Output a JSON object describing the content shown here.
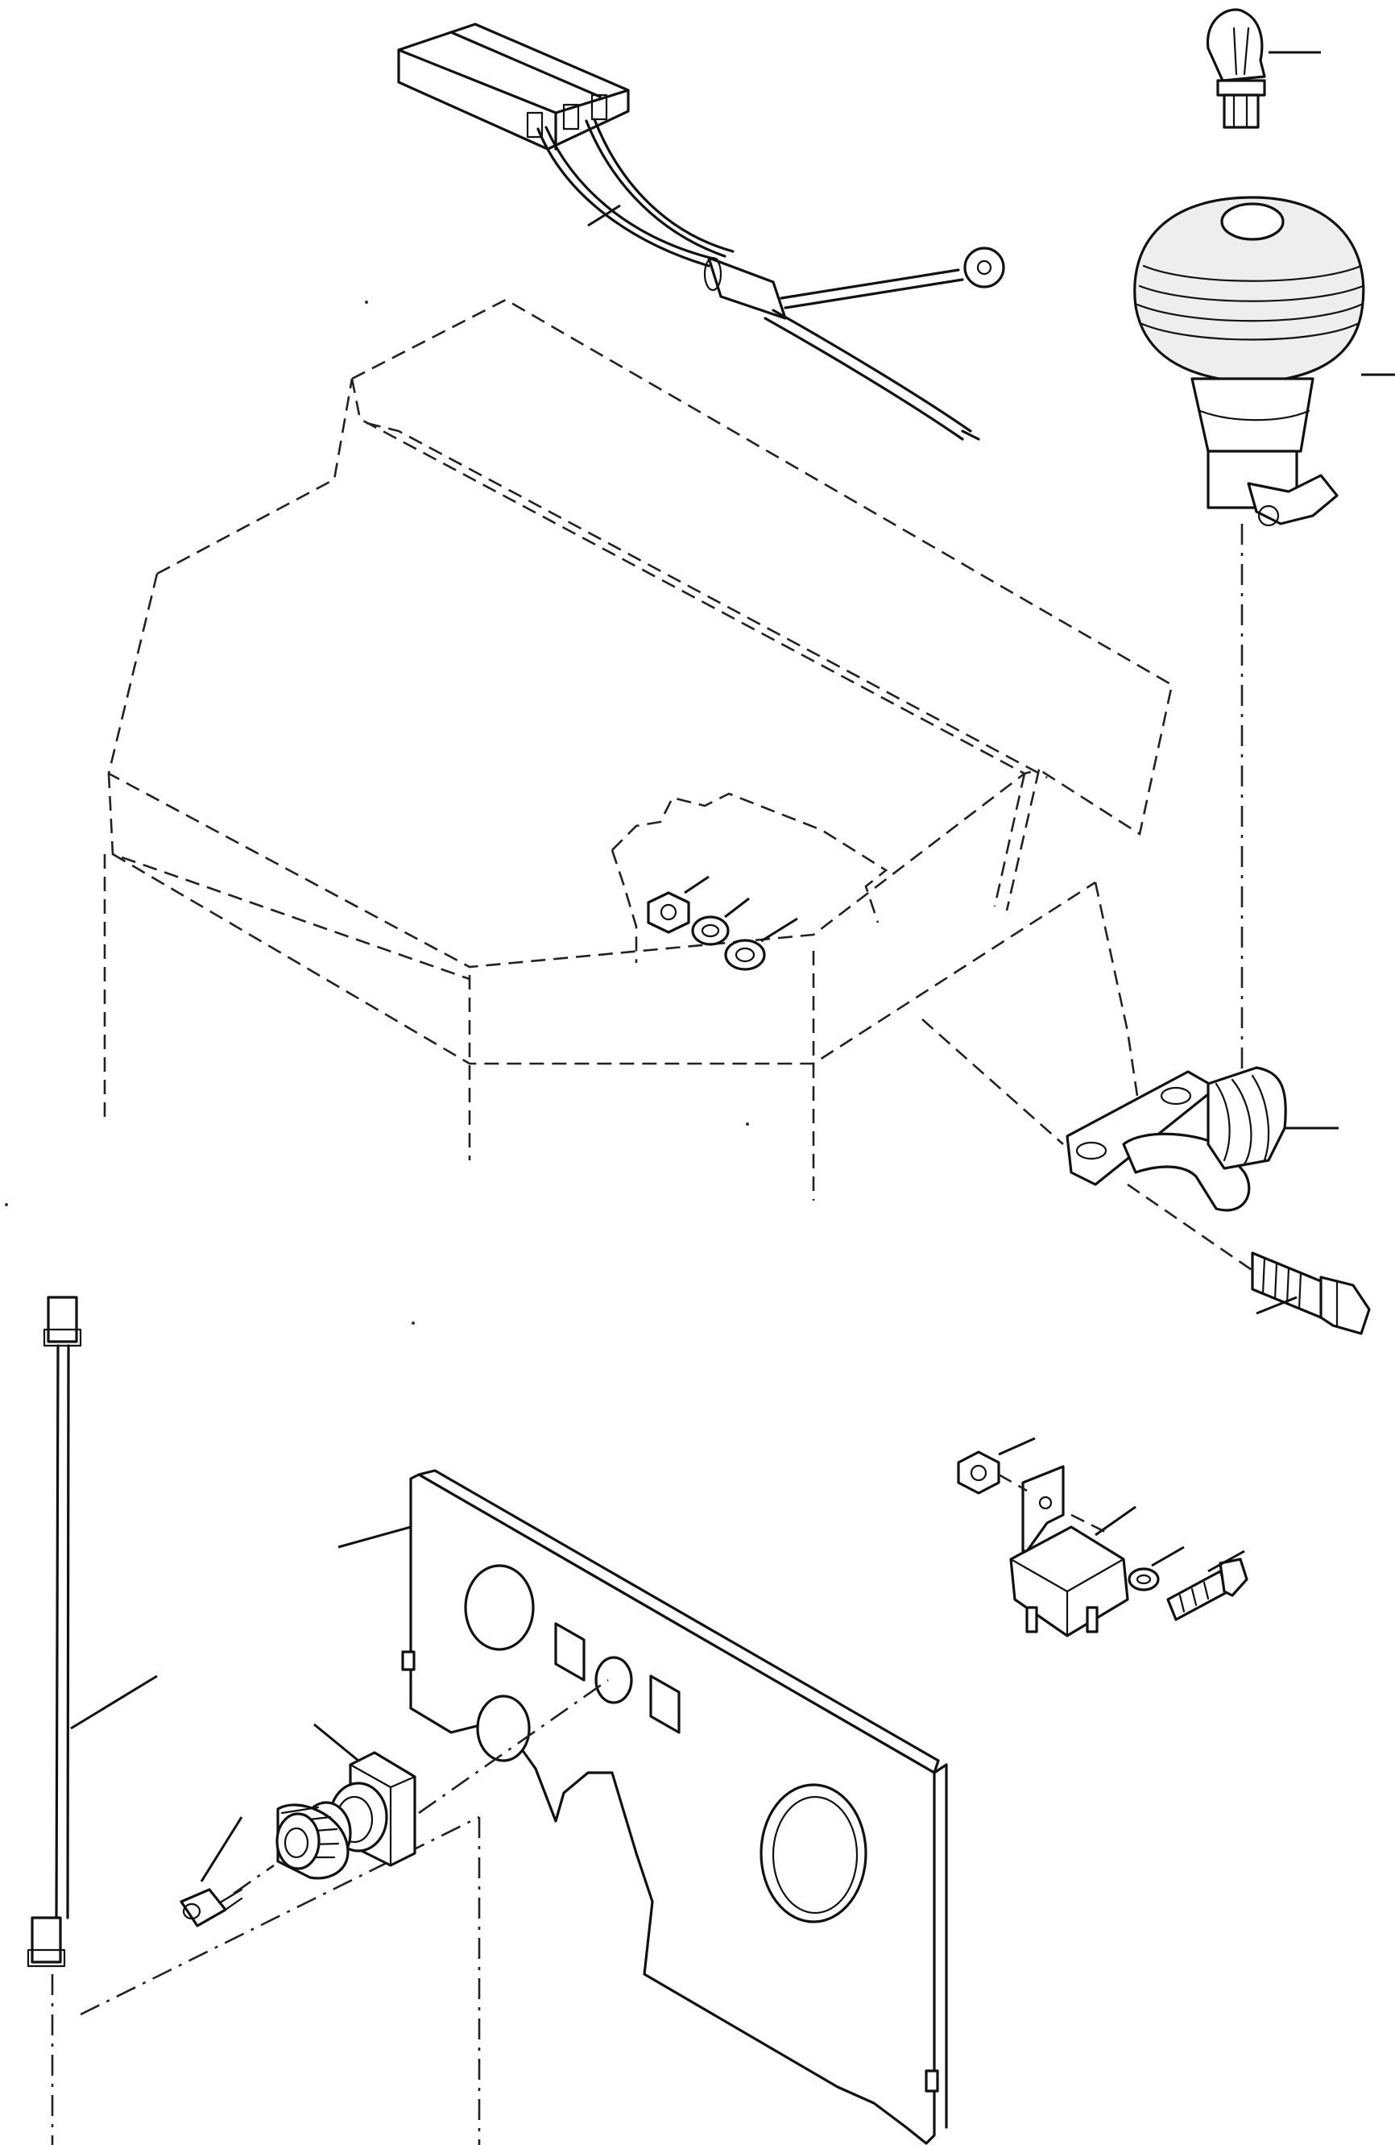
{
  "diagram": {
    "parts": [
      {
        "id": "harness",
        "icon": "wiring-harness-icon"
      },
      {
        "id": "bulb",
        "icon": "bulb-icon"
      },
      {
        "id": "beacon",
        "icon": "beacon-icon"
      },
      {
        "id": "cab-roof",
        "icon": "cab-outline-icon"
      },
      {
        "id": "mount-nut-washers",
        "icon": "nut-washer-icon"
      },
      {
        "id": "beacon-bracket",
        "icon": "bracket-icon"
      },
      {
        "id": "bracket-bolt",
        "icon": "bolt-icon"
      },
      {
        "id": "relay",
        "icon": "relay-icon"
      },
      {
        "id": "jumper-lead",
        "icon": "cable-icon"
      },
      {
        "id": "switch-panel",
        "icon": "panel-icon"
      },
      {
        "id": "rotary-switch",
        "icon": "switch-icon"
      },
      {
        "id": "terminal",
        "icon": "terminal-icon"
      }
    ]
  }
}
